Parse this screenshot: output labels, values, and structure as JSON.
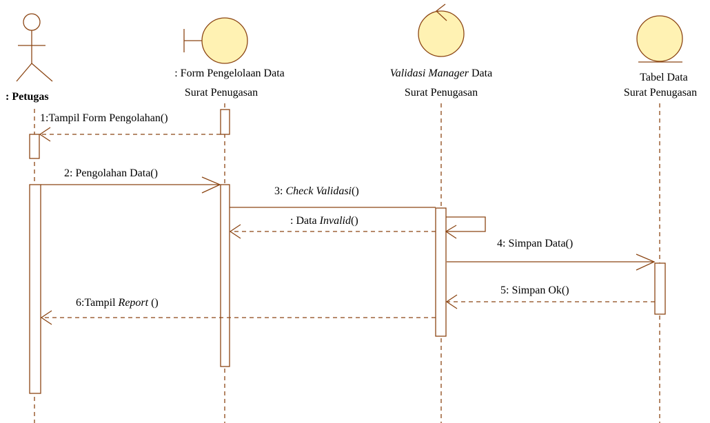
{
  "colors": {
    "stroke": "#8b4513",
    "fill": "#fff2b3",
    "text": "#000000",
    "background": "#ffffff"
  },
  "participants": {
    "actor": {
      "label": ": Petugas",
      "icon": "actor-stick-figure-icon"
    },
    "boundary": {
      "line1": ": Form Pengelolaan Data",
      "line2": "Surat Penugasan",
      "icon": "boundary-icon"
    },
    "control": {
      "line1_italic": "Validasi Manager",
      "line1_plain": " Data",
      "line2": "Surat Penugasan",
      "icon": "control-icon"
    },
    "entity": {
      "line1": "Tabel Data",
      "line2": "Surat Penugasan",
      "icon": "entity-icon"
    }
  },
  "messages": {
    "m1": {
      "text": "1:Tampil Form Pengolahan()",
      "style": "return"
    },
    "m2": {
      "text": "2: Pengolahan Data()",
      "style": "call"
    },
    "m3": {
      "prefix": "3: ",
      "italic": "Check Validasi",
      "suffix": "()",
      "style": "call"
    },
    "m_invalid": {
      "prefix": ": Data ",
      "italic": "Invalid",
      "suffix": "()",
      "style": "return"
    },
    "m4": {
      "text": "4: Simpan Data()",
      "style": "call"
    },
    "m5": {
      "text": "5: Simpan Ok()",
      "style": "return"
    },
    "m6": {
      "prefix": "6:Tampil ",
      "italic": "Report",
      "suffix": " ()",
      "style": "return"
    }
  }
}
